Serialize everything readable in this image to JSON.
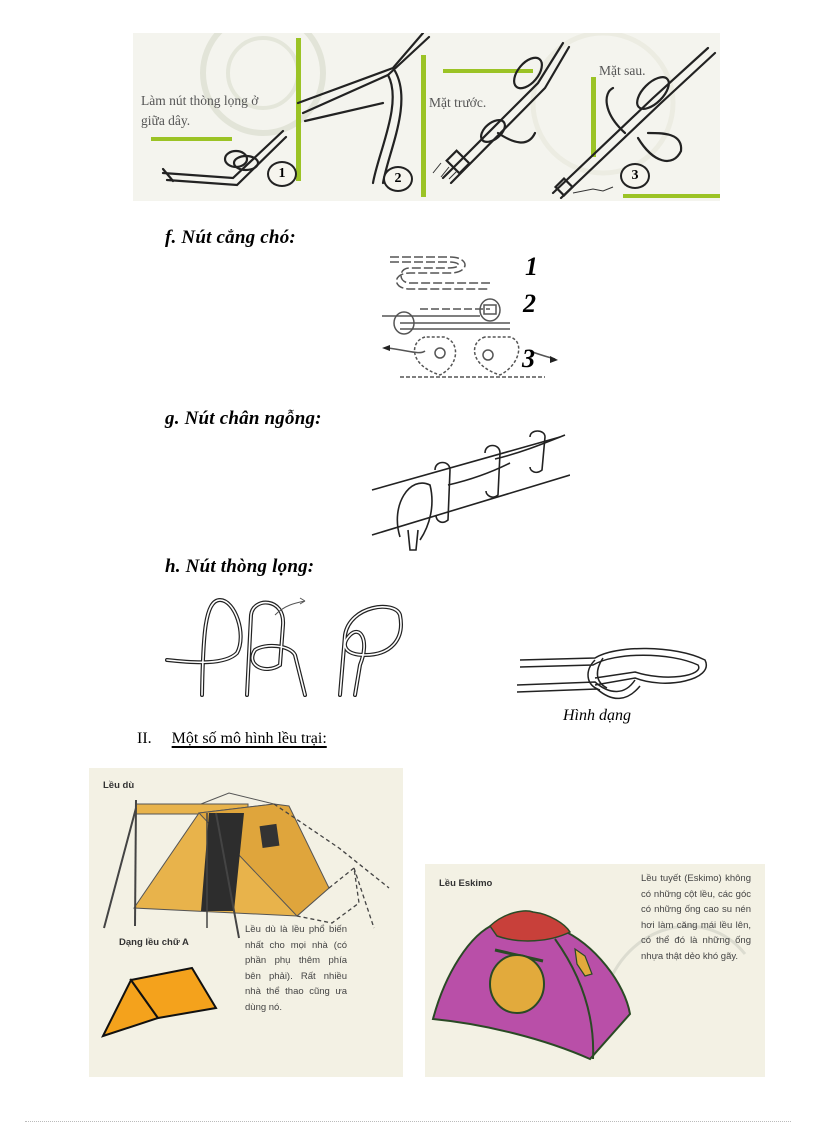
{
  "top_figure": {
    "step1_text": "Làm nút thòng lọng ở giữa dây.",
    "step_numbers": [
      "1",
      "2",
      "3"
    ],
    "front_label": "Mặt trước.",
    "back_label": "Mặt sau.",
    "accent_color": "#9bc325"
  },
  "section_f": {
    "heading": "f.  Nút cẳng chó:",
    "step_labels": [
      "1",
      "2",
      "3"
    ]
  },
  "section_g": {
    "heading": "g.  Nút chân ngỗng:"
  },
  "section_h": {
    "heading": "h.  Nút thòng lọng:",
    "result_caption": "Hình dạng"
  },
  "section_ii": {
    "number": "II.",
    "title": "Một số mô hình lều trại:"
  },
  "tent_panel_left": {
    "label_umbrella": "Lều dù",
    "label_a_frame": "Dạng lều chữ A",
    "description": "Lều dù là lều phổ biến nhất cho mọi nhà (có phần phụ thêm phía bên phải). Rất nhiều nhà thể thao cũng ưa dùng nó.",
    "colors": {
      "tent_fill": "#e8b34b",
      "a_frame_fill": "#f4a21c",
      "background": "#f3f1e4"
    }
  },
  "tent_panel_right": {
    "label": "Lều Eskimo",
    "description": "Lều tuyết (Eskimo) không có những cột lều, các góc có những ống cao su nén hơi làm căng mái lều lên, có thể đó là những ống nhựa thật dẻo khó gãy.",
    "colors": {
      "tent_fill": "#b94fa8",
      "top_fill": "#c8403a",
      "window_fill": "#e2aa3c"
    }
  }
}
